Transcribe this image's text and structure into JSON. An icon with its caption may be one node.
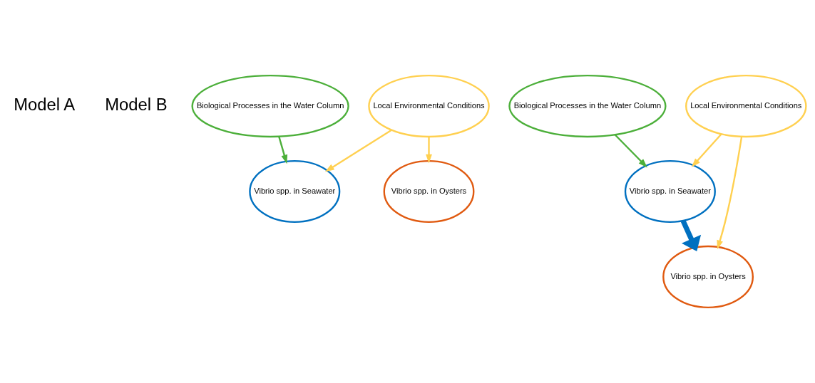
{
  "diagram": {
    "nodes": [
      {
        "text": [
          "Local Environmental Conditions"
        ]
      },
      {
        "text": [
          "Vibrio spp. in Seawater"
        ]
      },
      {
        "text": [
          "Vibrio spp. in Oysters"
        ]
      },
      {
        "text": [
          "Biological Processes in the Water Column"
        ]
      },
      {
        "text": [
          "Local Environmental Conditions"
        ]
      },
      {
        "text": [
          "Vibrio spp. in Seawater"
        ]
      },
      {
        "text": [
          "Vibrio spp. in Oysters"
        ]
      },
      {
        "text": [
          "Biological Processes in the Water Column"
        ]
      }
    ],
    "edges": [
      {
        "from": 0,
        "to": 1,
        "arrow": "to",
        "color": "#ffd050"
      },
      {
        "from": 0,
        "to": 2,
        "arrow": "to",
        "color": "#ffd050"
      },
      {
        "from": 3,
        "to": 1,
        "arrow": "to",
        "color": "#4caf3a"
      },
      {
        "from": 4,
        "to": 5,
        "arrow": "to",
        "color": "#ffd050"
      },
      {
        "from": 4,
        "to": 6,
        "arrow": "to",
        "color": "#ffd050"
      },
      {
        "from": 5,
        "to": 6,
        "arrow": "to",
        "style": "thick",
        "color": "#0070c0"
      },
      {
        "from": 7,
        "to": 5,
        "arrow": "to",
        "color": "#4caf3a"
      }
    ],
    "labels": [
      "Model A",
      "Model B"
    ]
  }
}
